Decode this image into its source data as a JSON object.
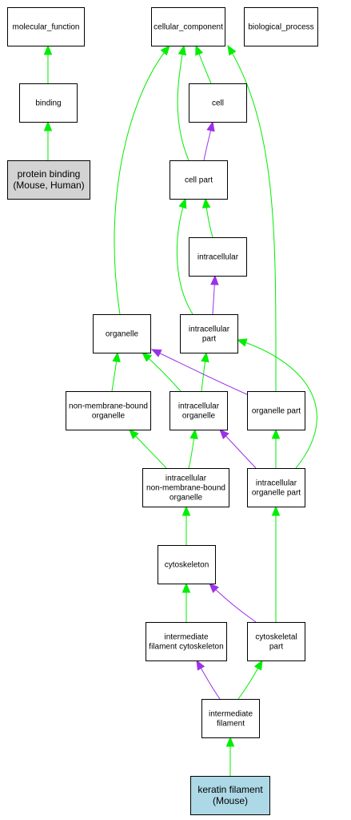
{
  "colors": {
    "is_a": "#00ee00",
    "part_of": "#9a32e6",
    "node_fill": "#ffffff",
    "annotated_fill": "#d3d3d3",
    "focus_fill": "#add8e6",
    "border": "#000000"
  },
  "nodes": [
    {
      "id": "molecular_function",
      "lines": [
        "molecular_function"
      ],
      "fill": "node_fill"
    },
    {
      "id": "cellular_component",
      "lines": [
        "cellular_component"
      ],
      "fill": "node_fill"
    },
    {
      "id": "biological_process",
      "lines": [
        "biological_process"
      ],
      "fill": "node_fill"
    },
    {
      "id": "binding",
      "lines": [
        "binding"
      ],
      "fill": "node_fill"
    },
    {
      "id": "cell",
      "lines": [
        "cell"
      ],
      "fill": "node_fill"
    },
    {
      "id": "protein_binding",
      "lines": [
        "protein binding",
        "(Mouse, Human)"
      ],
      "fill": "annotated_fill",
      "big": true
    },
    {
      "id": "cell_part",
      "lines": [
        "cell part"
      ],
      "fill": "node_fill"
    },
    {
      "id": "intracellular",
      "lines": [
        "intracellular"
      ],
      "fill": "node_fill"
    },
    {
      "id": "organelle",
      "lines": [
        "organelle"
      ],
      "fill": "node_fill"
    },
    {
      "id": "intracellular_part",
      "lines": [
        "intracellular",
        "part"
      ],
      "fill": "node_fill"
    },
    {
      "id": "nmb_organelle",
      "lines": [
        "non-membrane-bound",
        "organelle"
      ],
      "fill": "node_fill"
    },
    {
      "id": "intracellular_organelle",
      "lines": [
        "intracellular",
        "organelle"
      ],
      "fill": "node_fill"
    },
    {
      "id": "organelle_part",
      "lines": [
        "organelle part"
      ],
      "fill": "node_fill"
    },
    {
      "id": "intracellular_nmb_organelle",
      "lines": [
        "intracellular",
        "non-membrane-bound",
        "organelle"
      ],
      "fill": "node_fill"
    },
    {
      "id": "intracellular_organelle_part",
      "lines": [
        "intracellular",
        "organelle part"
      ],
      "fill": "node_fill"
    },
    {
      "id": "cytoskeleton",
      "lines": [
        "cytoskeleton"
      ],
      "fill": "node_fill"
    },
    {
      "id": "if_cytoskeleton",
      "lines": [
        "intermediate",
        "filament cytoskeleton"
      ],
      "fill": "node_fill"
    },
    {
      "id": "cytoskeletal_part",
      "lines": [
        "cytoskeletal",
        "part"
      ],
      "fill": "node_fill"
    },
    {
      "id": "intermediate_filament",
      "lines": [
        "intermediate",
        "filament"
      ],
      "fill": "node_fill"
    },
    {
      "id": "keratin_filament",
      "lines": [
        "keratin filament",
        "(Mouse)"
      ],
      "fill": "focus_fill",
      "big": true
    }
  ],
  "edges": [
    {
      "from": "binding",
      "to": "molecular_function",
      "type": "is_a"
    },
    {
      "from": "protein_binding",
      "to": "binding",
      "type": "is_a"
    },
    {
      "from": "cell",
      "to": "cellular_component",
      "type": "is_a"
    },
    {
      "from": "cell_part",
      "to": "cellular_component",
      "type": "is_a"
    },
    {
      "from": "cell_part",
      "to": "cell",
      "type": "part_of"
    },
    {
      "from": "intracellular",
      "to": "cell_part",
      "type": "is_a"
    },
    {
      "from": "intracellular_part",
      "to": "cell_part",
      "type": "is_a"
    },
    {
      "from": "intracellular_part",
      "to": "intracellular",
      "type": "part_of"
    },
    {
      "from": "organelle",
      "to": "cellular_component",
      "type": "is_a"
    },
    {
      "from": "organelle_part",
      "to": "cellular_component",
      "type": "is_a"
    },
    {
      "from": "nmb_organelle",
      "to": "organelle",
      "type": "is_a"
    },
    {
      "from": "intracellular_organelle",
      "to": "organelle",
      "type": "is_a"
    },
    {
      "from": "intracellular_organelle",
      "to": "intracellular_part",
      "type": "is_a"
    },
    {
      "from": "organelle_part",
      "to": "organelle",
      "type": "part_of"
    },
    {
      "from": "intracellular_nmb_organelle",
      "to": "nmb_organelle",
      "type": "is_a"
    },
    {
      "from": "intracellular_nmb_organelle",
      "to": "intracellular_organelle",
      "type": "is_a"
    },
    {
      "from": "intracellular_organelle_part",
      "to": "intracellular_organelle",
      "type": "part_of"
    },
    {
      "from": "intracellular_organelle_part",
      "to": "organelle_part",
      "type": "is_a"
    },
    {
      "from": "intracellular_organelle_part",
      "to": "intracellular_part",
      "type": "is_a"
    },
    {
      "from": "cytoskeleton",
      "to": "intracellular_nmb_organelle",
      "type": "is_a"
    },
    {
      "from": "if_cytoskeleton",
      "to": "cytoskeleton",
      "type": "is_a"
    },
    {
      "from": "cytoskeletal_part",
      "to": "cytoskeleton",
      "type": "part_of"
    },
    {
      "from": "cytoskeletal_part",
      "to": "intracellular_organelle_part",
      "type": "is_a"
    },
    {
      "from": "intermediate_filament",
      "to": "if_cytoskeleton",
      "type": "part_of"
    },
    {
      "from": "intermediate_filament",
      "to": "cytoskeletal_part",
      "type": "is_a"
    },
    {
      "from": "keratin_filament",
      "to": "intermediate_filament",
      "type": "is_a"
    }
  ]
}
